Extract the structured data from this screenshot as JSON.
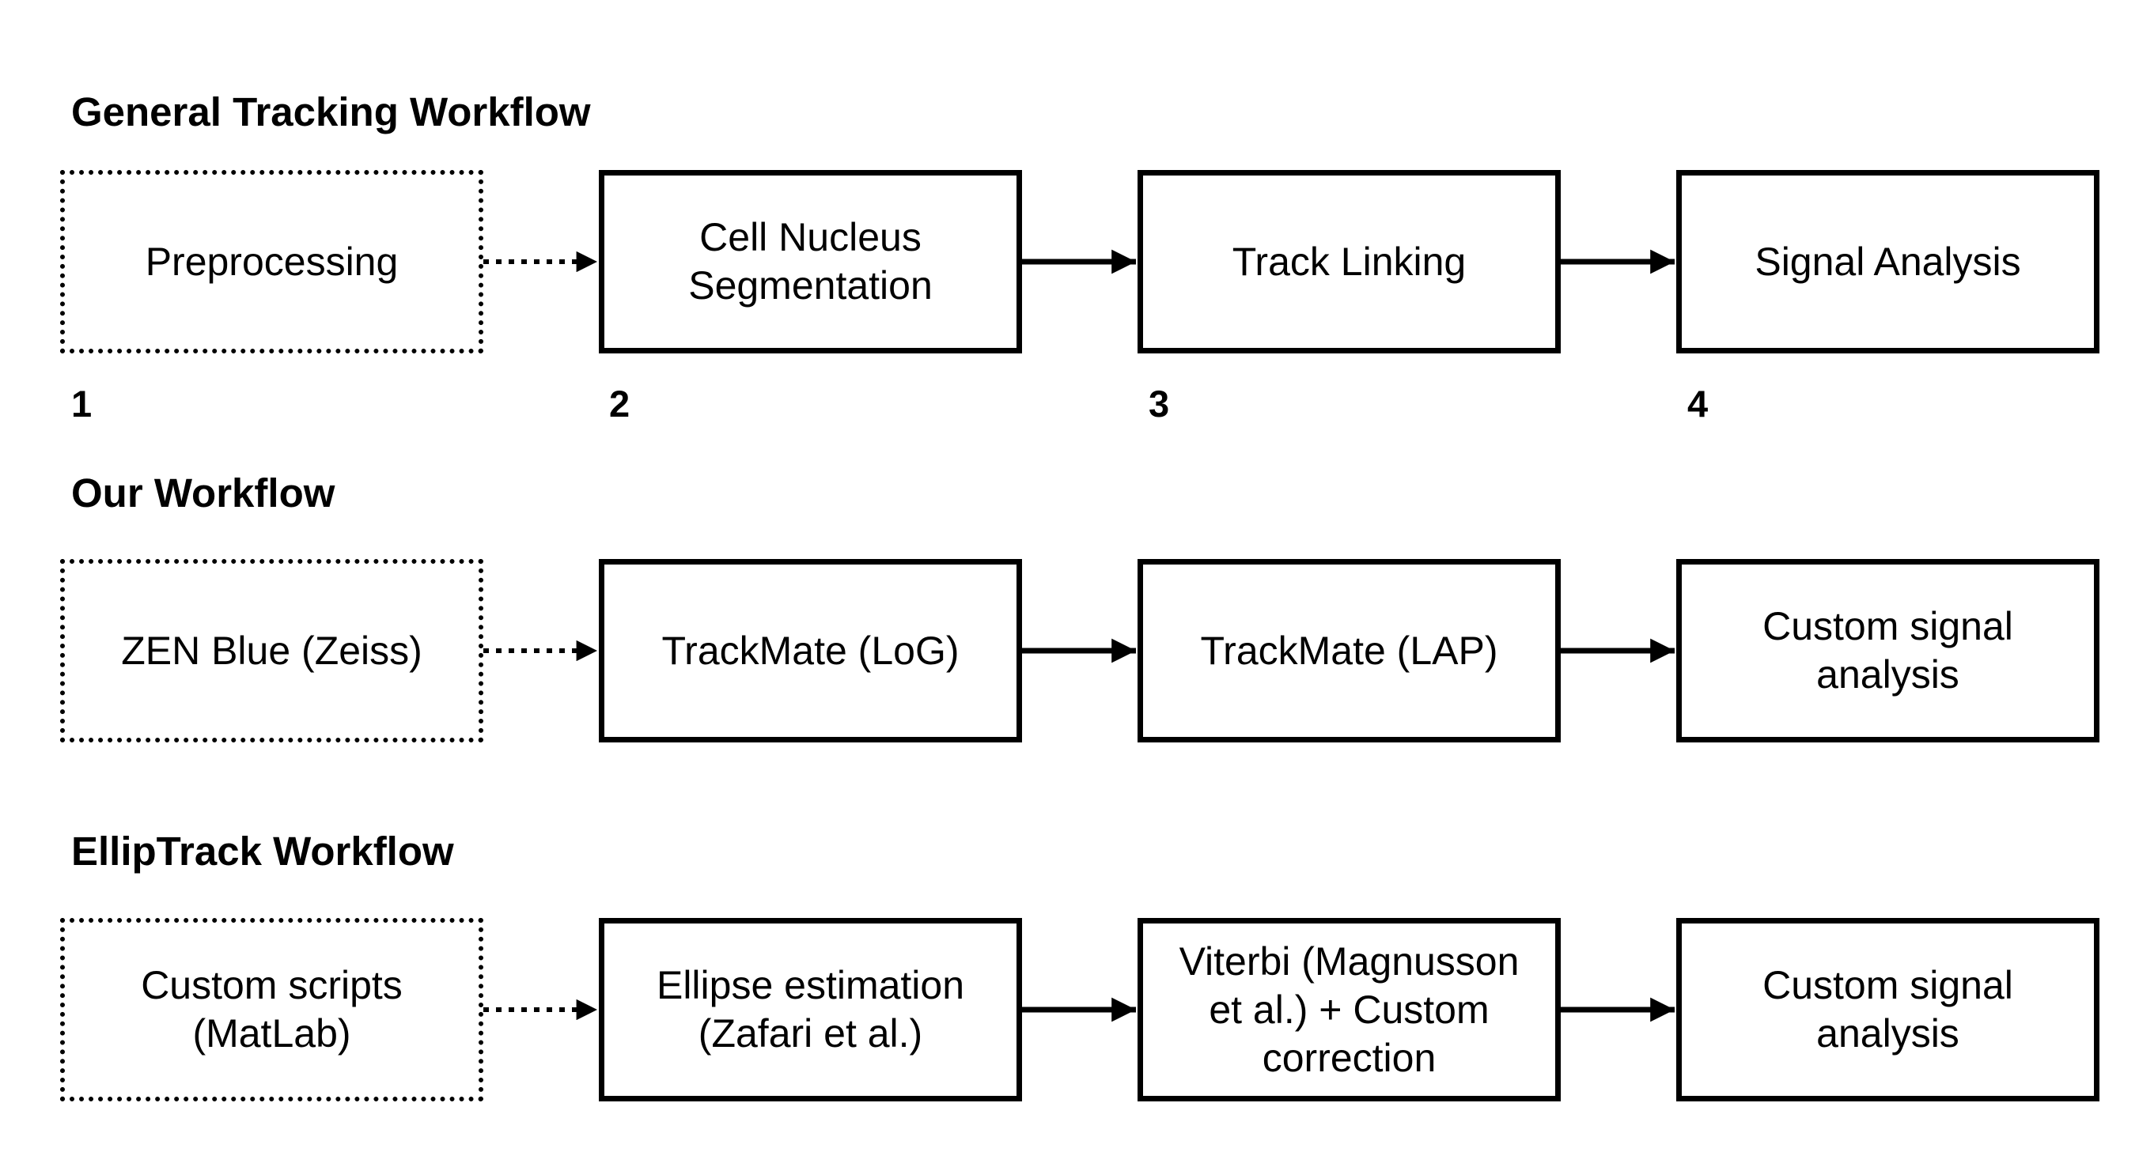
{
  "rows": [
    {
      "title": "General Tracking Workflow",
      "steps": [
        "Preprocessing",
        "Cell Nucleus Segmentation",
        "Track Linking",
        "Signal Analysis"
      ]
    },
    {
      "title": "Our Workflow",
      "steps": [
        "ZEN Blue (Zeiss)",
        "TrackMate (LoG)",
        "TrackMate (LAP)",
        "Custom signal analysis"
      ]
    },
    {
      "title": "EllipTrack Workflow",
      "steps": [
        "Custom scripts (MatLab)",
        "Ellipse estimation (Zafari et al.)",
        "Viterbi (Magnusson et al.) + Custom correction",
        "Custom signal analysis"
      ]
    }
  ],
  "step_numbers": [
    "1",
    "2",
    "3",
    "4"
  ],
  "colors": {
    "stroke": "#000000",
    "background": "#ffffff"
  }
}
